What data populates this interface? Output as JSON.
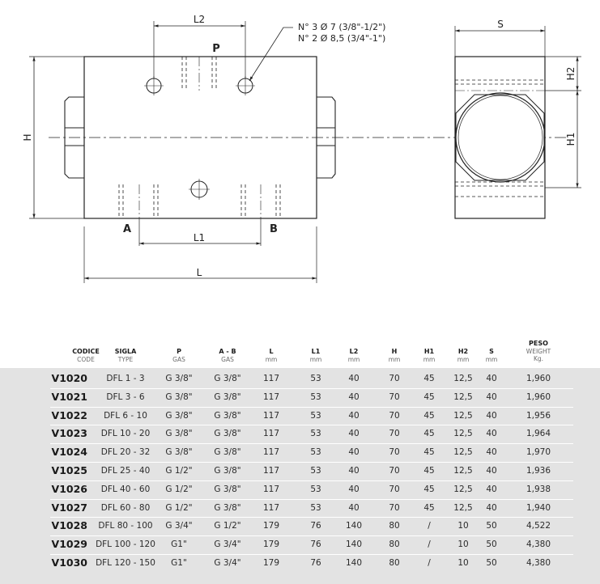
{
  "drawing": {
    "dim_L": "L",
    "dim_L1": "L1",
    "dim_L2": "L2",
    "dim_H": "H",
    "dim_H1": "H1",
    "dim_H2": "H2",
    "dim_S": "S",
    "port_P": "P",
    "port_A": "A",
    "port_B": "B",
    "note_line1": "N° 3 Ø 7 (3/8\"-1/2\")",
    "note_line2": "N° 2 Ø 8,5 (3/4\"-1\")"
  },
  "table": {
    "headers": [
      {
        "key": "code",
        "label": "CODICE",
        "sub": "CODE"
      },
      {
        "key": "type",
        "label": "SIGLA",
        "sub": "TYPE"
      },
      {
        "key": "p",
        "label": "P",
        "sub": "GAS"
      },
      {
        "key": "ab",
        "label": "A - B",
        "sub": "GAS"
      },
      {
        "key": "l",
        "label": "L",
        "sub": "mm"
      },
      {
        "key": "l1",
        "label": "L1",
        "sub": "mm"
      },
      {
        "key": "l2",
        "label": "L2",
        "sub": "mm"
      },
      {
        "key": "h",
        "label": "H",
        "sub": "mm"
      },
      {
        "key": "h1",
        "label": "H1",
        "sub": "mm"
      },
      {
        "key": "h2",
        "label": "H2",
        "sub": "mm"
      },
      {
        "key": "s",
        "label": "S",
        "sub": "mm"
      },
      {
        "key": "weight",
        "label": "PESO",
        "sub": "WEIGHT",
        "sub2": "Kg."
      }
    ],
    "rows": [
      {
        "code": "V1020",
        "type": "DFL 1 - 3",
        "p": "G 3/8\"",
        "ab": "G 3/8\"",
        "l": "117",
        "l1": "53",
        "l2": "40",
        "h": "70",
        "h1": "45",
        "h2": "12,5",
        "s": "40",
        "weight": "1,960"
      },
      {
        "code": "V1021",
        "type": "DFL 3 - 6",
        "p": "G 3/8\"",
        "ab": "G 3/8\"",
        "l": "117",
        "l1": "53",
        "l2": "40",
        "h": "70",
        "h1": "45",
        "h2": "12,5",
        "s": "40",
        "weight": "1,960"
      },
      {
        "code": "V1022",
        "type": "DFL 6 - 10",
        "p": "G 3/8\"",
        "ab": "G 3/8\"",
        "l": "117",
        "l1": "53",
        "l2": "40",
        "h": "70",
        "h1": "45",
        "h2": "12,5",
        "s": "40",
        "weight": "1,956"
      },
      {
        "code": "V1023",
        "type": "DFL 10 - 20",
        "p": "G 3/8\"",
        "ab": "G 3/8\"",
        "l": "117",
        "l1": "53",
        "l2": "40",
        "h": "70",
        "h1": "45",
        "h2": "12,5",
        "s": "40",
        "weight": "1,964"
      },
      {
        "code": "V1024",
        "type": "DFL 20 - 32",
        "p": "G 3/8\"",
        "ab": "G 3/8\"",
        "l": "117",
        "l1": "53",
        "l2": "40",
        "h": "70",
        "h1": "45",
        "h2": "12,5",
        "s": "40",
        "weight": "1,970"
      },
      {
        "code": "V1025",
        "type": "DFL 25 - 40",
        "p": "G 1/2\"",
        "ab": "G 3/8\"",
        "l": "117",
        "l1": "53",
        "l2": "40",
        "h": "70",
        "h1": "45",
        "h2": "12,5",
        "s": "40",
        "weight": "1,936"
      },
      {
        "code": "V1026",
        "type": "DFL 40 - 60",
        "p": "G 1/2\"",
        "ab": "G 3/8\"",
        "l": "117",
        "l1": "53",
        "l2": "40",
        "h": "70",
        "h1": "45",
        "h2": "12,5",
        "s": "40",
        "weight": "1,938"
      },
      {
        "code": "V1027",
        "type": "DFL 60 - 80",
        "p": "G 1/2\"",
        "ab": "G 3/8\"",
        "l": "117",
        "l1": "53",
        "l2": "40",
        "h": "70",
        "h1": "45",
        "h2": "12,5",
        "s": "40",
        "weight": "1,940"
      },
      {
        "code": "V1028",
        "type": "DFL 80 - 100",
        "p": "G 3/4\"",
        "ab": "G 1/2\"",
        "l": "179",
        "l1": "76",
        "l2": "140",
        "h": "80",
        "h1": "/",
        "h2": "10",
        "s": "50",
        "weight": "4,522"
      },
      {
        "code": "V1029",
        "type": "DFL 100 - 120",
        "p": "G1\"",
        "ab": "G 3/4\"",
        "l": "179",
        "l1": "76",
        "l2": "140",
        "h": "80",
        "h1": "/",
        "h2": "10",
        "s": "50",
        "weight": "4,380"
      },
      {
        "code": "V1030",
        "type": "DFL 120 - 150",
        "p": "G1\"",
        "ab": "G 3/4\"",
        "l": "179",
        "l1": "76",
        "l2": "140",
        "h": "80",
        "h1": "/",
        "h2": "10",
        "s": "50",
        "weight": "4,380"
      }
    ]
  }
}
